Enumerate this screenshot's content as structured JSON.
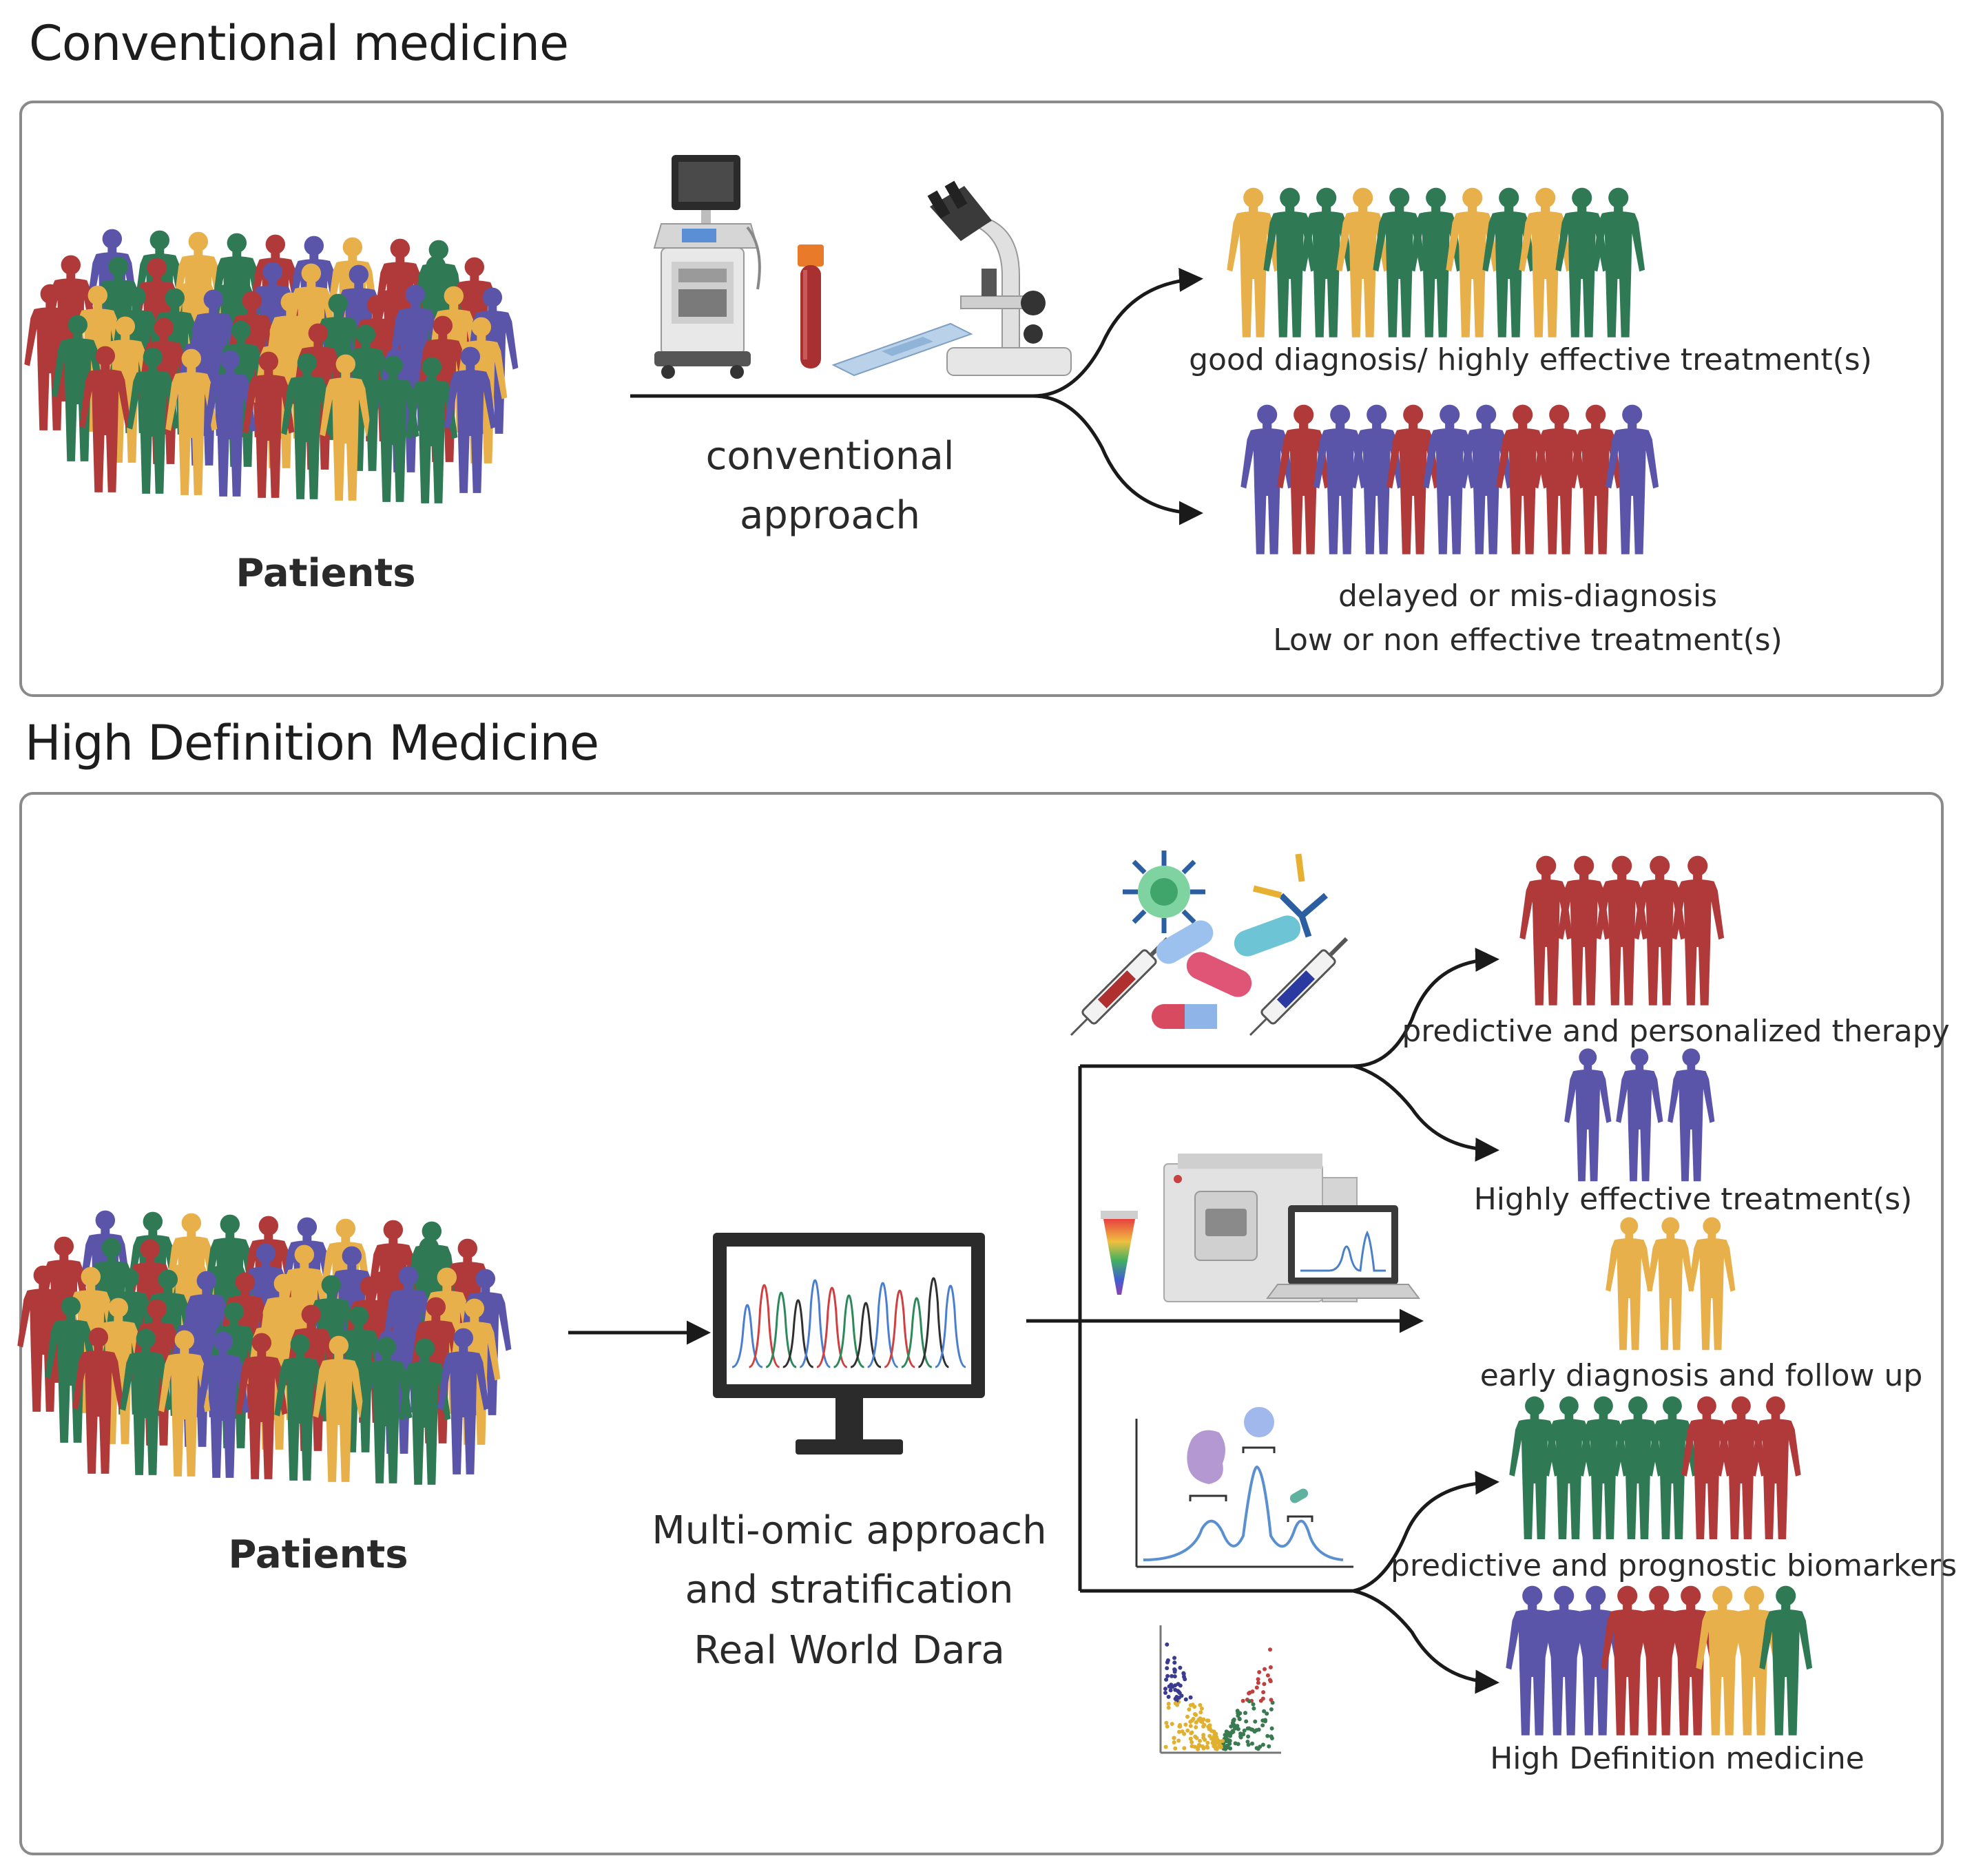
{
  "conventional": {
    "title": "Conventional medicine",
    "patients_label": "Patients",
    "approach_line1": "conventional",
    "approach_line2": "approach",
    "outcome_good": "good diagnosis/ highly effective treatment(s)",
    "outcome_bad_line1": "delayed or mis-diagnosis",
    "outcome_bad_line2": "Low or non effective treatment(s)"
  },
  "hdm": {
    "title": "High Definition Medicine",
    "patients_label": "Patients",
    "approach_line1": "Multi-omic approach",
    "approach_line2": "and stratification",
    "approach_line3": "Real World Dara",
    "outcomes": {
      "therapy": "predictive and personalized therapy",
      "treatment": "Highly effective treatment(s)",
      "diagnosis": "early diagnosis and follow up",
      "biomarkers": "predictive and prognostic biomarkers",
      "hdm": "High Definition medicine"
    }
  },
  "colors": {
    "red": "#b03a3a",
    "green": "#2f7a55",
    "yellow": "#e8b04a",
    "purple": "#5a55a8",
    "arrow": "#1a1a1a",
    "panel_border": "#8a8a8a"
  }
}
